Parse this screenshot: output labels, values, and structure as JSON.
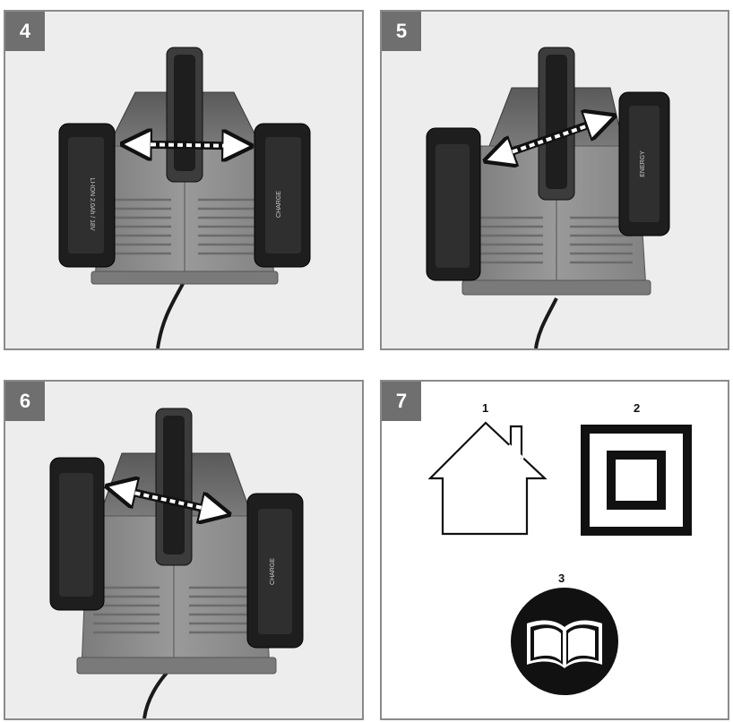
{
  "panels": [
    {
      "number": "4",
      "arrow": "left-right"
    },
    {
      "number": "5",
      "arrow": "diagonal-up-right"
    },
    {
      "number": "6",
      "arrow": "diagonal-down-right"
    },
    {
      "number": "7"
    }
  ],
  "battery_texts": {
    "brand": "ENERGY",
    "model": "LI-ION 2.0Ah / 18V",
    "charge_label": "CHARGE"
  },
  "symbols": [
    {
      "number": "1",
      "icon": "house-icon"
    },
    {
      "number": "2",
      "icon": "double-insulation-icon"
    },
    {
      "number": "3",
      "icon": "read-manual-icon"
    }
  ],
  "colors": {
    "badge": "#6f6f6f",
    "charger_body": "#8c8c8c",
    "battery": "#1e1e1e",
    "panel_border": "#8a8a8a",
    "photo_background": "#ededed"
  }
}
